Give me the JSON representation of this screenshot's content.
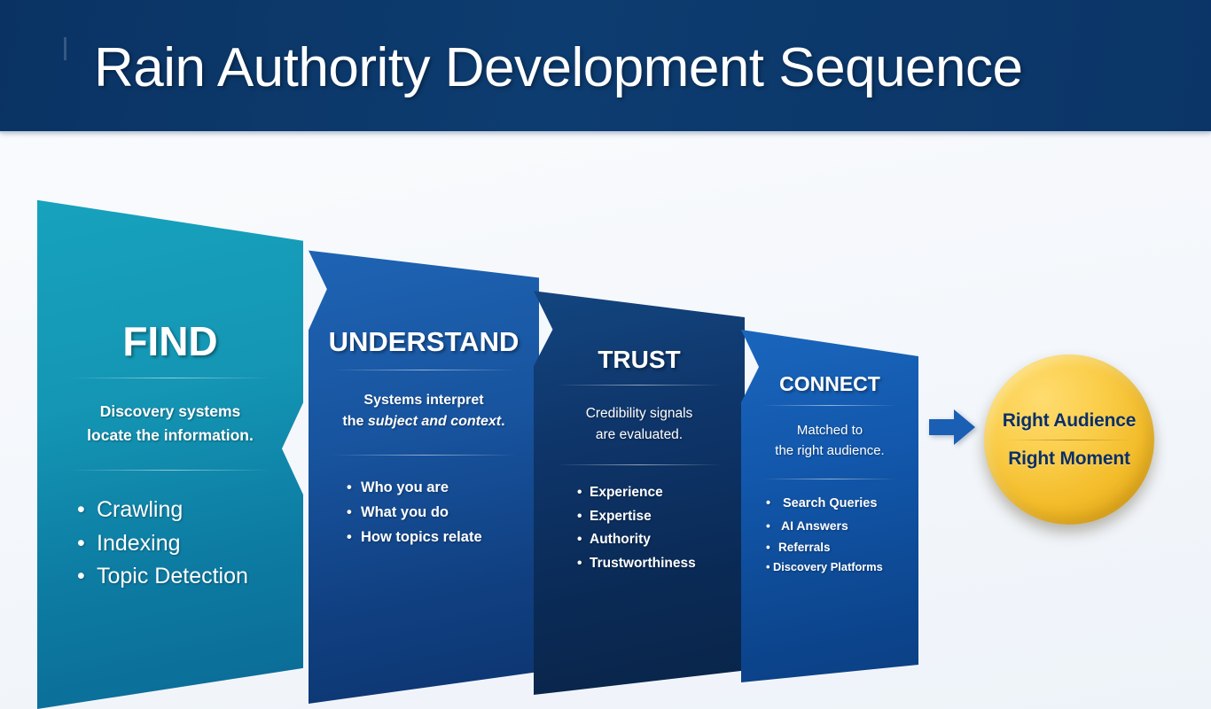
{
  "header": {
    "title": "Rain Authority Development Sequence",
    "background_color": "#0b3567",
    "title_color": "#ffffff"
  },
  "funnel": {
    "stages": [
      {
        "key": "find",
        "title": "FIND",
        "description_lead": "Discovery systems",
        "description_rest": "locate the information.",
        "description_emphasis": "",
        "description_tail": "",
        "bullets": [
          "Crawling",
          "Indexing",
          "Topic Detection"
        ],
        "color": "#1496b4"
      },
      {
        "key": "understand",
        "title": "UNDERSTAND",
        "description_lead": "Systems interpret",
        "description_rest": "the ",
        "description_emphasis": "subject and context",
        "description_tail": ".",
        "bullets": [
          "Who you are",
          "What you do",
          "How topics relate"
        ],
        "color": "#18549f"
      },
      {
        "key": "trust",
        "title": "TRUST",
        "description_lead": "Credibility signals",
        "description_rest": "are evaluated.",
        "description_emphasis": "",
        "description_tail": "",
        "bullets": [
          "Experience",
          "Expertise",
          "Authority",
          "Trustworthiness"
        ],
        "color": "#0e3468"
      },
      {
        "key": "connect",
        "title": "CONNECT",
        "description_lead": "Matched to",
        "description_rest": "the right audience.",
        "description_emphasis": "",
        "description_tail": "",
        "bullets": [
          "Search Queries",
          "AI Answers",
          "Referrals",
          "Discovery Platforms"
        ],
        "color": "#1257ab"
      }
    ]
  },
  "outcome": {
    "line_1": "Right Audience",
    "line_2": "Right Moment",
    "fill_color": "#f3bd2c",
    "text_color": "#0c2f63"
  },
  "arrow": {
    "direction": "right",
    "color": "#1a5fb4"
  },
  "bullet_glyph": "•"
}
